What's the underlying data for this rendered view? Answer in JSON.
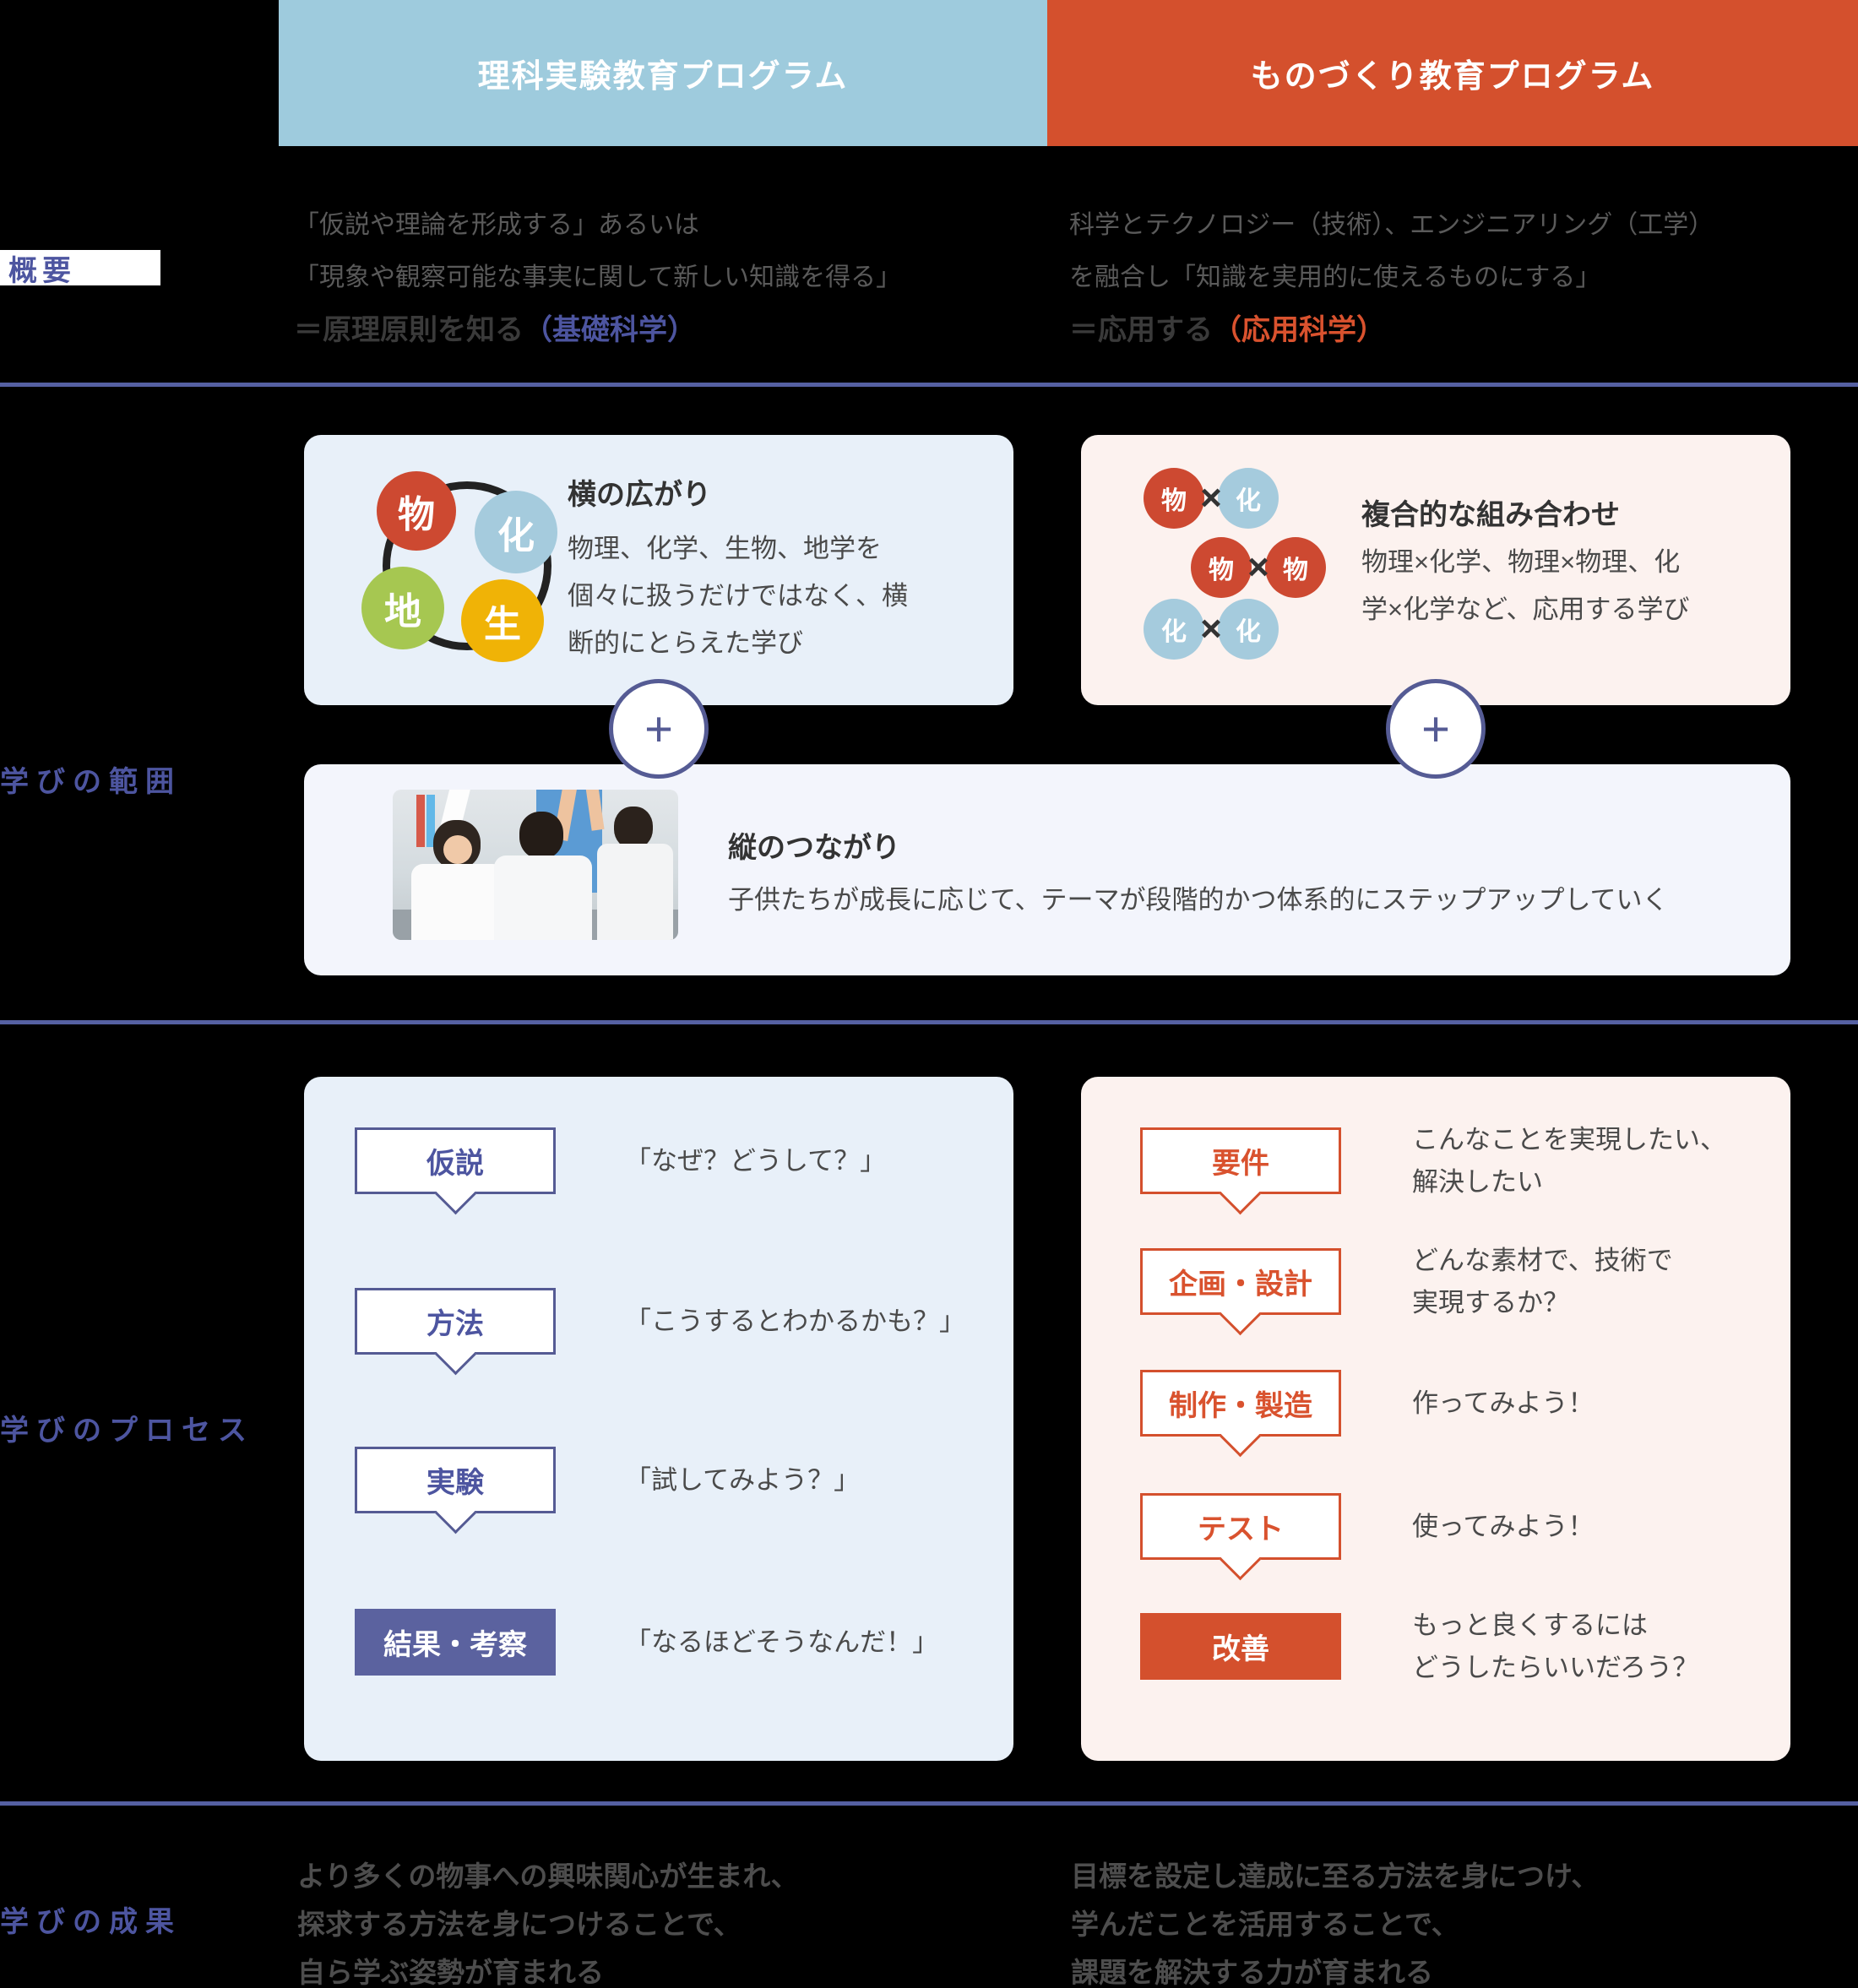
{
  "palette": {
    "background": "#000000",
    "navy": "#555b94",
    "navy-text": "#4d55a0",
    "navy-fill": "#5b629f",
    "orange": "#d4502d",
    "orange-text": "#d9522e",
    "header-blue": "#9ecbdd",
    "card-blue": "#e8f0f9",
    "card-pink": "#fcf2ef",
    "card-lavender": "#f3f5fc",
    "divider": "#5560a2",
    "circle-red": "#cd4931",
    "circle-blue": "#a5cbdd",
    "circle-green": "#a6c751",
    "circle-yellow": "#f0b306",
    "text-gray": "#5a5a5a",
    "text-dark": "#3a3a3a",
    "text-body": "#4a4a4a"
  },
  "header": {
    "science_program": "理科実験教育プログラム",
    "monozukuri_program": "ものづくり教育プログラム"
  },
  "overview": {
    "row_label": "概要",
    "science": {
      "line1": "「仮説や理論を形成する」あるいは",
      "line2": "「現象や観察可能な事実に関して新しい知識を得る」",
      "summary_prefix": "＝原理原則を知る",
      "summary_highlight": "（基礎科学）"
    },
    "monozukuri": {
      "line1": "科学とテクノロジー（技術）、エンジニアリング（工学）",
      "line2": "を融合し「知識を実用的に使えるものにする」",
      "summary_prefix": "＝応用する",
      "summary_highlight": "（応用科学）"
    }
  },
  "scope": {
    "row_label": "学びの範囲",
    "plus_symbol": "+",
    "science_card": {
      "title": "横の広がり",
      "line1": "物理、化学、生物、地学を",
      "line2": "個々に扱うだけではなく、横",
      "line3": "断的にとらえた学び",
      "subjects": {
        "physics": "物",
        "chemistry": "化",
        "earth": "地",
        "biology": "生"
      }
    },
    "monozukuri_card": {
      "title": "複合的な組み合わせ",
      "line1": "物理×化学、物理×物理、化",
      "line2": "学×化学など、応用する学び",
      "cross_symbol": "×",
      "pairs": [
        {
          "a": "物",
          "b": "化"
        },
        {
          "a": "物",
          "b": "物"
        },
        {
          "a": "化",
          "b": "化"
        }
      ]
    },
    "vertical_card": {
      "title": "縦のつながり",
      "body": "子供たちが成長に応じて、テーマが段階的かつ体系的にステップアップしていく",
      "photo": "children-in-lab-coats-raising-hands"
    }
  },
  "process": {
    "row_label": "学びのプロセス",
    "science_steps": [
      {
        "label": "仮説",
        "text": "「なぜ？どうして？」"
      },
      {
        "label": "方法",
        "text": "「こうするとわかるかも？」"
      },
      {
        "label": "実験",
        "text": "「試してみよう？」"
      },
      {
        "label": "結果・考察",
        "text": "「なるほどそうなんだ！」"
      }
    ],
    "monozukuri_steps": [
      {
        "label": "要件",
        "line1": "こんなことを実現したい、",
        "line2": "解決したい"
      },
      {
        "label": "企画・設計",
        "line1": "どんな素材で、技術で",
        "line2": "実現するか？"
      },
      {
        "label": "制作・製造",
        "line1": "作ってみよう！"
      },
      {
        "label": "テスト",
        "line1": "使ってみよう！"
      },
      {
        "label": "改善",
        "line1": "もっと良くするには",
        "line2": "どうしたらいいだろう？"
      }
    ]
  },
  "outcome": {
    "row_label": "学びの成果",
    "science": {
      "line1": "より多くの物事への興味関心が生まれ、",
      "line2": "探求する方法を身につけることで、",
      "line3": "自ら学ぶ姿勢が育まれる"
    },
    "monozukuri": {
      "line1": "目標を設定し達成に至る方法を身につけ、",
      "line2": "学んだことを活用することで、",
      "line3": "課題を解決する力が育まれる"
    }
  }
}
